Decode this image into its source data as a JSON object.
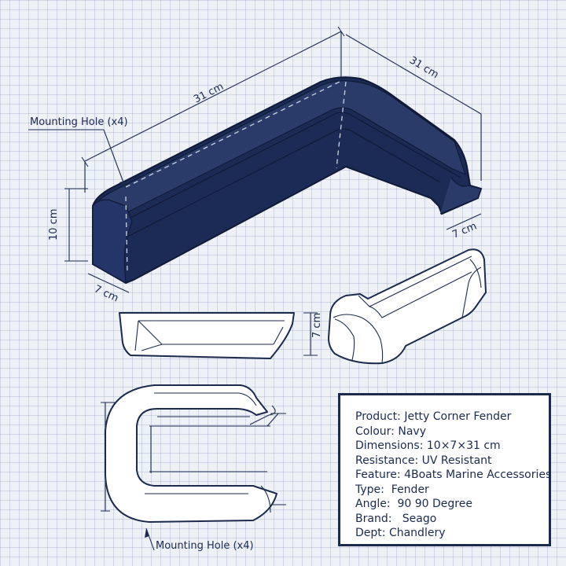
{
  "dimensions": {
    "top_length_left": "31 cm",
    "top_length_right": "31 cm",
    "height": "10 cm",
    "depth_front": "7 cm",
    "depth_right": "7 cm",
    "side_view_height": "7 cm"
  },
  "callouts": {
    "mounting_hole_top": "Mounting Hole (x4)",
    "mounting_hole_bottom": "Mounting Hole (x4)"
  },
  "specs": [
    {
      "label": "Product:",
      "value": "Jetty Corner Fender"
    },
    {
      "label": "Colour:",
      "value": "Navy"
    },
    {
      "label": "Dimensions:",
      "value": "10×7×31 cm"
    },
    {
      "label": "Resistance:",
      "value": "UV Resistant"
    },
    {
      "label": "Feature:",
      "value": "4Boats Marine Accessories"
    },
    {
      "label": "Type:",
      "value": "Fender"
    },
    {
      "label": "Angle:",
      "value": "90 90 Degree"
    },
    {
      "label": "Brand:",
      "value": "Seago"
    },
    {
      "label": "Dept:",
      "value": "Chandlery"
    }
  ],
  "colors": {
    "fender_fill": "#1c2b55",
    "ink": "#1c2a4e",
    "paper": "#eef1f6"
  }
}
